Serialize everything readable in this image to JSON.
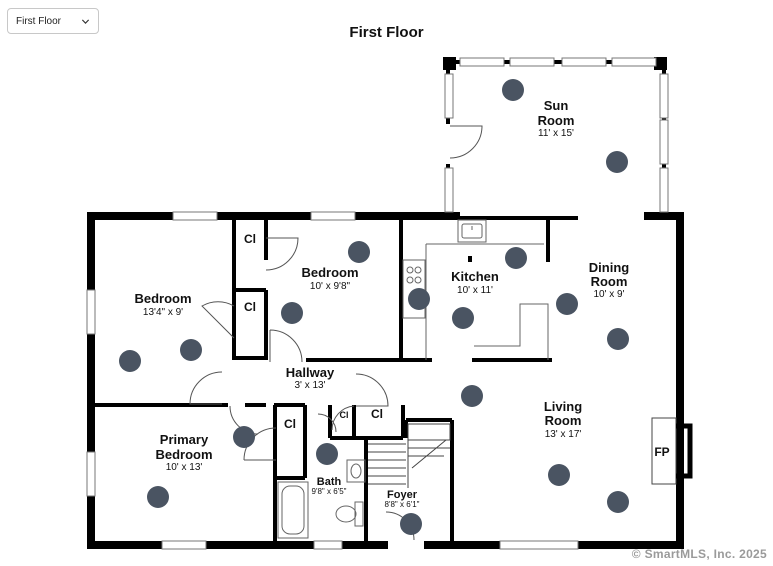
{
  "floor_selector": {
    "label": "First Floor"
  },
  "title": "First Floor",
  "copyright": "© SmartMLS, Inc.  2025",
  "rooms": {
    "sun_room": {
      "name_line1": "Sun",
      "name_line2": "Room",
      "dims": "11' x 15'"
    },
    "bedroom_2": {
      "name": "Bedroom",
      "dims": "10' x 9'8\""
    },
    "kitchen": {
      "name": "Kitchen",
      "dims": "10' x 11'"
    },
    "dining": {
      "name_line1": "Dining",
      "name_line2": "Room",
      "dims": "10' x 9'"
    },
    "bedroom_1": {
      "name": "Bedroom",
      "dims": "13'4\" x 9'"
    },
    "hallway": {
      "name": "Hallway",
      "dims": "3' x 13'"
    },
    "living": {
      "name_line1": "Living",
      "name_line2": "Room",
      "dims": "13' x 17'"
    },
    "primary": {
      "name_line1": "Primary",
      "name_line2": "Bedroom",
      "dims": "10' x 13'"
    },
    "bath": {
      "name": "Bath",
      "dims": "9'8\" x 6'5\""
    },
    "foyer": {
      "name": "Foyer",
      "dims": "8'8\" x 6'1\""
    }
  },
  "closet_labels": [
    "Cl",
    "Cl",
    "Cl",
    "Cl",
    "Cl"
  ],
  "fireplace_label": "FP",
  "colors": {
    "wall": "#000000",
    "marker": "#4a5462",
    "background": "#ffffff"
  }
}
